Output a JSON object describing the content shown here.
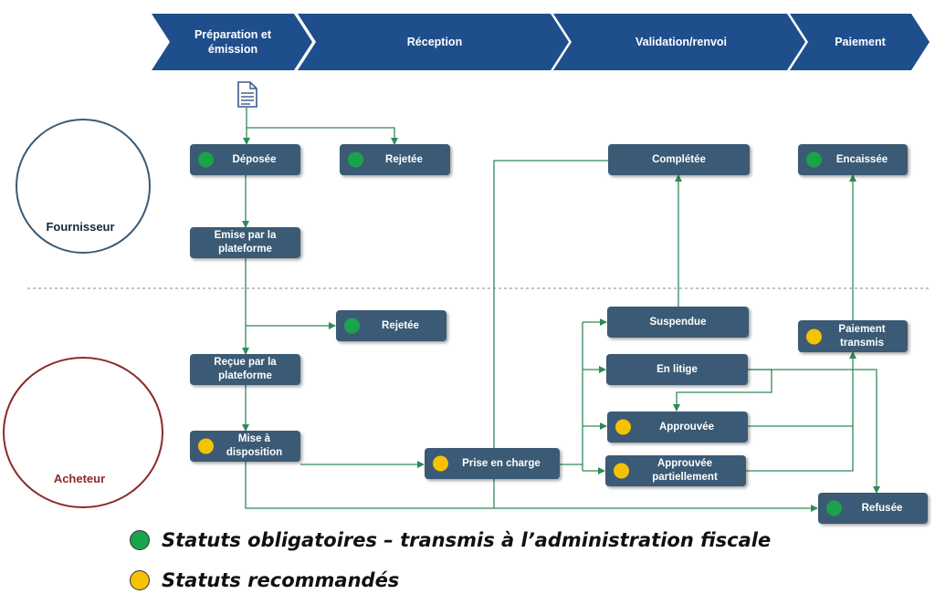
{
  "colors": {
    "phase_fill": "#1f4e8c",
    "box_fill": "#3b5a75",
    "line": "#2e8b57",
    "mandatory": "#1aa34a",
    "recommended": "#f5c200",
    "supplier_ring": "#3b5a75",
    "buyer_ring": "#8b2a2a"
  },
  "phases": [
    "Préparation et émission",
    "Réception",
    "Validation/renvoi",
    "Paiement"
  ],
  "actors": {
    "supplier": "Fournisseur",
    "buyer": "Acheteur"
  },
  "statuses": {
    "deposee": "Déposée",
    "rejetee_1": "Rejetée",
    "emise": "Emise par la plateforme",
    "rejetee_2": "Rejetée",
    "recue": "Reçue par la plateforme",
    "mise_dispo": "Mise à disposition",
    "prise_charge": "Prise en charge",
    "completee": "Complétée",
    "suspendue": "Suspendue",
    "en_litige": "En litige",
    "approuvee": "Approuvée",
    "approuvee_part": "Approuvée partiellement",
    "encaissee": "Encaissée",
    "paiement_transmis": "Paiement transmis",
    "refusee": "Refusée"
  },
  "legend": {
    "mandatory": "Statuts obligatoires – transmis à l’administration fiscale",
    "recommended": "Statuts recommandés"
  }
}
